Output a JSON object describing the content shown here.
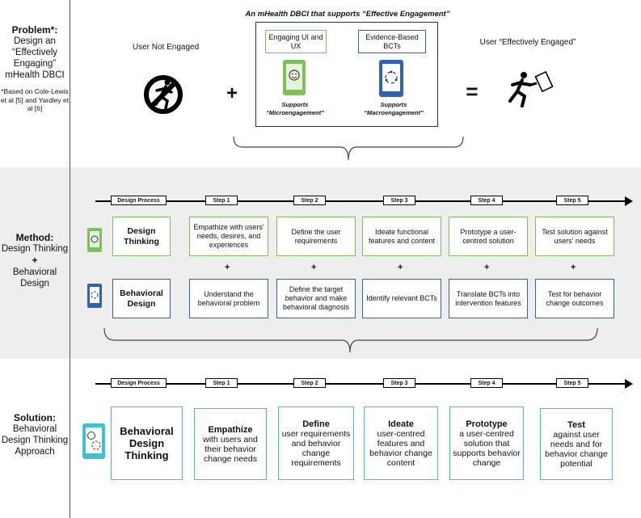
{
  "colors": {
    "green": "#7fbf5a",
    "blue": "#2f62b3",
    "cyan": "#3cc3cf",
    "grey_band": "#eeeeee"
  },
  "problem": {
    "label_bold": "Problem*:",
    "label_rest": "Design an “Effectively Engaging” mHealth DBCI",
    "note": "*Based on Cole-Lewis et al [5] and Yardley et al [6]",
    "title": "An mHealth DBCI that supports “Effective Engagement”",
    "user_not_engaged": "User Not Engaged",
    "plus": "+",
    "amp": "&",
    "equals": "=",
    "engaging_ui": "Engaging UI and UX",
    "evidence_bcts": "Evidence-Based BCTs",
    "supports_micro_1": "Supports",
    "supports_micro_2": "“Microengagement”",
    "supports_macro_1": "Supports",
    "supports_macro_2": "“Macroengagement”",
    "user_engaged": "User “Effectively Engaged”"
  },
  "method": {
    "label_bold": "Method:",
    "label_rest_1": "Design Thinking",
    "label_plus": "+",
    "label_rest_2": "Behavioral Design",
    "design_process": "Design Process",
    "steps": [
      "Step 1",
      "Step 2",
      "Step 3",
      "Step 4",
      "Step 5"
    ],
    "dt_label": "Design Thinking",
    "bd_label": "Behavioral Design",
    "dt_boxes": [
      "Empathize with users' needs, desires, and experiences",
      "Define the user requirements",
      "Ideate functional features and content",
      "Prototype a user-centred solution",
      "Test solution against users' needs"
    ],
    "bd_boxes": [
      "Understand the behavioral problem",
      "Define the target behavior and make behavioral diagnosis",
      "Identify relevant BCTs",
      "Translate BCTs into intervention features",
      "Test for behavior change outcomes"
    ],
    "plus": "+"
  },
  "solution": {
    "label_bold": "Solution:",
    "label_rest": "Behavioral Design Thinking Approach",
    "design_process": "Design Process",
    "steps": [
      "Step 1",
      "Step 2",
      "Step 3",
      "Step 4",
      "Step 5"
    ],
    "main_label": "Behavioral Design Thinking",
    "boxes": [
      {
        "head": "Empathize",
        "body": "with users and their behavior change needs"
      },
      {
        "head": "Define",
        "body": "user requirements and behavior change requirements"
      },
      {
        "head": "Ideate",
        "body": "user-centred features and behavior change content"
      },
      {
        "head": "Prototype",
        "body": "a user-centred solution that supports behavior change"
      },
      {
        "head": "Test",
        "body": "against user needs and for behavior change potential"
      }
    ]
  }
}
